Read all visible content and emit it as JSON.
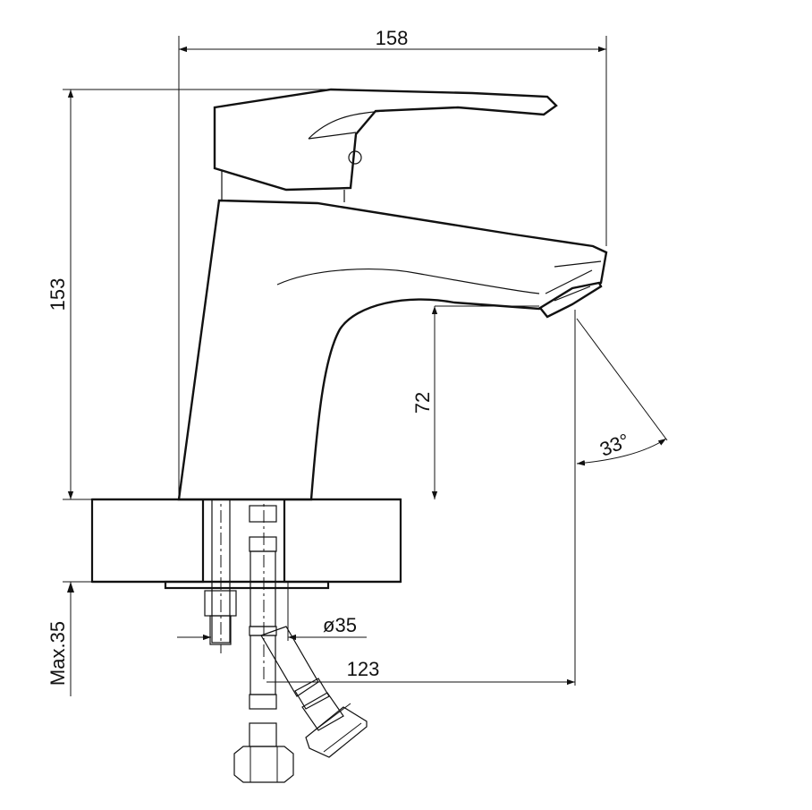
{
  "dimensions": {
    "overall_width": "158",
    "overall_height": "153",
    "spout_clearance": "72",
    "spout_angle": "33°",
    "hole_diameter": "ø35",
    "spout_reach": "123",
    "max_thickness": "Max.35"
  }
}
